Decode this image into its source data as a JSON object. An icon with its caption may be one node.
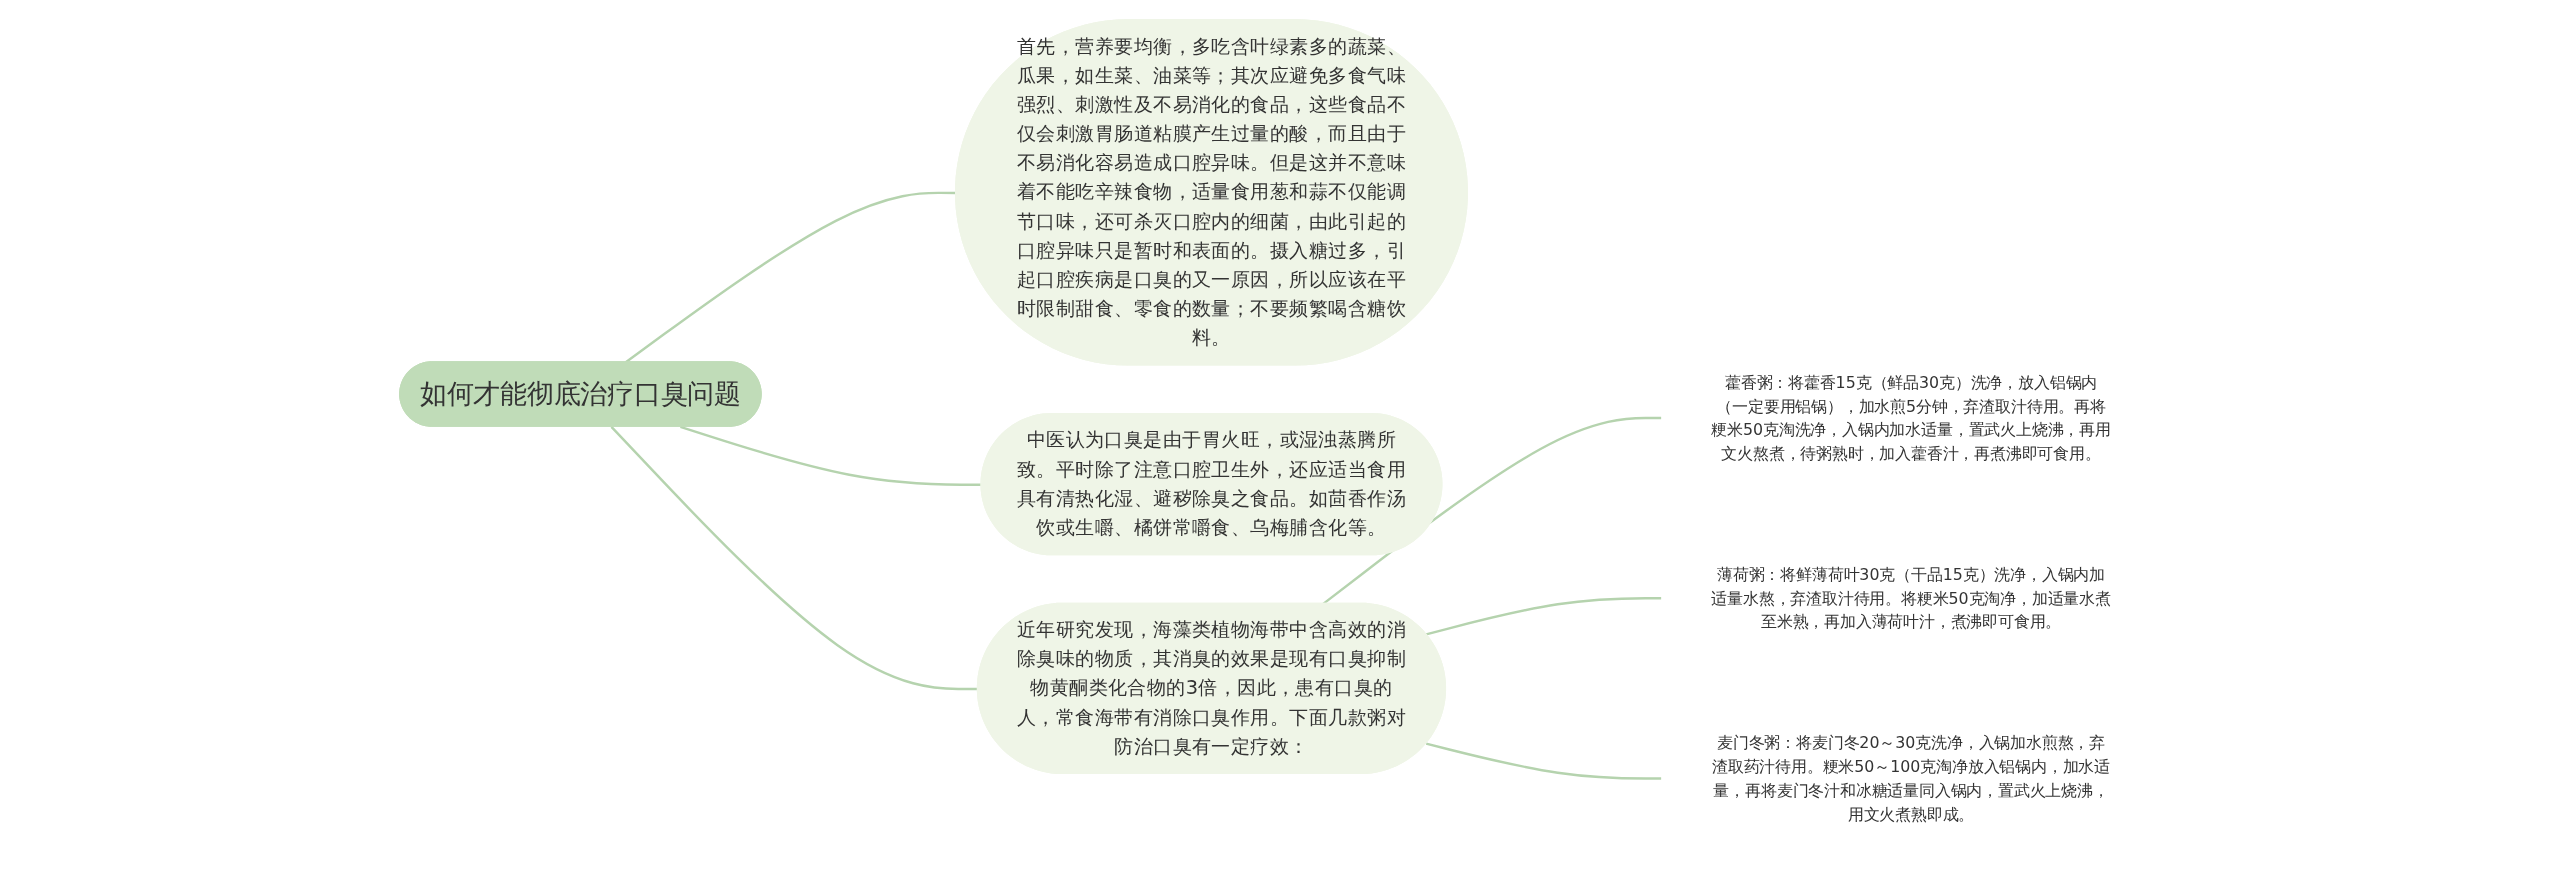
{
  "diagram": {
    "nodes": [
      {
        "text": [
          "如何才能彻底治疗口臭问题"
        ]
      },
      {
        "text": [
          "首先，营养要均衡，多吃含叶绿素多的蔬菜、瓜果，如生菜、油菜等；其次应避免多食气味强烈、刺激性及不易消化的食品，这些食品不仅会刺激胃肠道粘膜产生过量的酸，而且由于不易消化容易造成口腔异味。但是这并不意味着不能吃辛辣食物，适量食用葱和蒜不仅能调节口味，还可杀灭口腔内的细菌，由此引起的口腔异味只是暂时和表面的。摄入糖过多，引起口腔疾病是口臭的又一原因，所以应该在平时限制甜食、零食的数量；不要频繁喝含糖饮料。"
        ]
      },
      {
        "text": [
          "中医认为口臭是由于胃火旺，或湿浊蒸腾所致。平时除了注意口腔卫生外，还应适当食用具有清热化湿、避秽除臭之食品。如茴香作汤饮或生嚼、橘饼常嚼食、乌梅脯含化等。"
        ]
      },
      {
        "text": [
          "近年研究发现，海藻类植物海带中含高效的消除臭味的物质，其消臭的效果是现有口臭抑制物黄酮类化合物的3倍，因此，患有口臭的人，常食海带有消除口臭作用。下面几款粥对防治口臭有一定疗效："
        ]
      },
      {
        "text": [
          "藿香粥：将藿香15克（鲜品30克）洗净，放入铝锅内（一定要用铝锅），加水煎5分钟，弃渣取汁待用。再将粳米50克淘洗净，入锅内加水适量，置武火上烧沸，再用文火熬煮，待粥熟时，加入藿香汁，再煮沸即可食用。"
        ]
      },
      {
        "text": [
          "薄荷粥：将鲜薄荷叶30克（干品15克）洗净，入锅内加适量水熬，弃渣取汁待用。将粳米50克淘净，加适量水煮至米熟，再加入薄荷叶汁，煮沸即可食用。"
        ]
      },
      {
        "text": [
          "麦门冬粥：将麦门冬20～30克洗净，入锅加水煎熬，弃渣取药汁待用。粳米50～100克淘净放入铝锅内，加水适量，再将麦门冬汁和冰糖适量同入锅内，置武火上烧沸，用文火煮熟即成。"
        ]
      }
    ],
    "edges": [
      {
        "from": 0,
        "to": 1,
        "arrow": "none"
      },
      {
        "from": 0,
        "to": 2,
        "arrow": "none"
      },
      {
        "from": 0,
        "to": 3,
        "arrow": "none"
      },
      {
        "from": 3,
        "to": 4,
        "arrow": "none"
      },
      {
        "from": 3,
        "to": 5,
        "arrow": "none"
      },
      {
        "from": 3,
        "to": 6,
        "arrow": "none"
      }
    ]
  }
}
